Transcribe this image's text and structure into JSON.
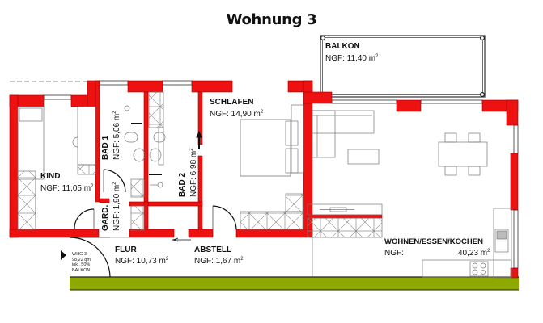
{
  "title": "Wohnung 3",
  "colors": {
    "wall": "#ee1111",
    "wall_outline": "#9a0000",
    "terrace": "#8fa800",
    "line": "#555555",
    "text": "#111111"
  },
  "rooms": [
    {
      "id": "balkon",
      "name": "BALKON",
      "ngf_label": "NGF:",
      "area": "11,40 m",
      "unit_sup": "2"
    },
    {
      "id": "kind",
      "name": "KIND",
      "ngf_label": "NGF:",
      "area": "11,05 m",
      "unit_sup": "2"
    },
    {
      "id": "bad1",
      "name": "BAD 1",
      "ngf_label": "NGF:",
      "area": "5,06 m",
      "unit_sup": "2"
    },
    {
      "id": "bad2",
      "name": "BAD 2",
      "ngf_label": "NGF:",
      "area": "6,98 m",
      "unit_sup": "2"
    },
    {
      "id": "gard",
      "name": "GARD.",
      "ngf_label": "NGF:",
      "area": "1,90 m",
      "unit_sup": "2"
    },
    {
      "id": "schlafen",
      "name": "SCHLAFEN",
      "ngf_label": "NGF:",
      "area": "14,90 m",
      "unit_sup": "2"
    },
    {
      "id": "flur",
      "name": "FLUR",
      "ngf_label": "NGF:",
      "area": "10,73 m",
      "unit_sup": "2"
    },
    {
      "id": "abstell",
      "name": "ABSTELL",
      "ngf_label": "NGF:",
      "area": "1,67 m",
      "unit_sup": "2"
    },
    {
      "id": "wohnen",
      "name": "WOHNEN/ESSEN/KOCHEN",
      "ngf_label": "NGF:",
      "area": "40,23 m",
      "unit_sup": "2"
    }
  ],
  "entrance_note": {
    "line1": "WHG 3",
    "line2": "98,22 qm",
    "line3": "inkl. 50%",
    "line4": "BALKON"
  },
  "icons": [
    "entrance-arrow-icon",
    "door-swing-icon",
    "window-icon",
    "bed-icon",
    "sofa-icon",
    "dining-table-icon",
    "toilet-icon",
    "sink-icon",
    "shower-icon",
    "stove-icon",
    "kitchen-sink-icon",
    "wardrobe-icon"
  ]
}
